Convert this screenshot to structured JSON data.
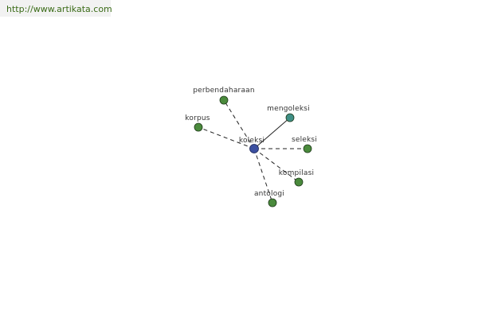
{
  "header": {
    "url": "http://www.artikata.com",
    "url_color": "#3a6b17"
  },
  "graph": {
    "center": {
      "label": "koleksi",
      "color": "#3b4fa0"
    },
    "neighbors": [
      {
        "label": "perbendaharaan",
        "color": "#4a8a3c",
        "link": "dashed"
      },
      {
        "label": "mengoleksi",
        "color": "#3f8f86",
        "link": "solid"
      },
      {
        "label": "korpus",
        "color": "#4a8a3c",
        "link": "dashed"
      },
      {
        "label": "seleksi",
        "color": "#4a8a3c",
        "link": "dashed"
      },
      {
        "label": "kompilasi",
        "color": "#4a8a3c",
        "link": "dashed"
      },
      {
        "label": "antologi",
        "color": "#4a8a3c",
        "link": "dashed"
      }
    ]
  }
}
